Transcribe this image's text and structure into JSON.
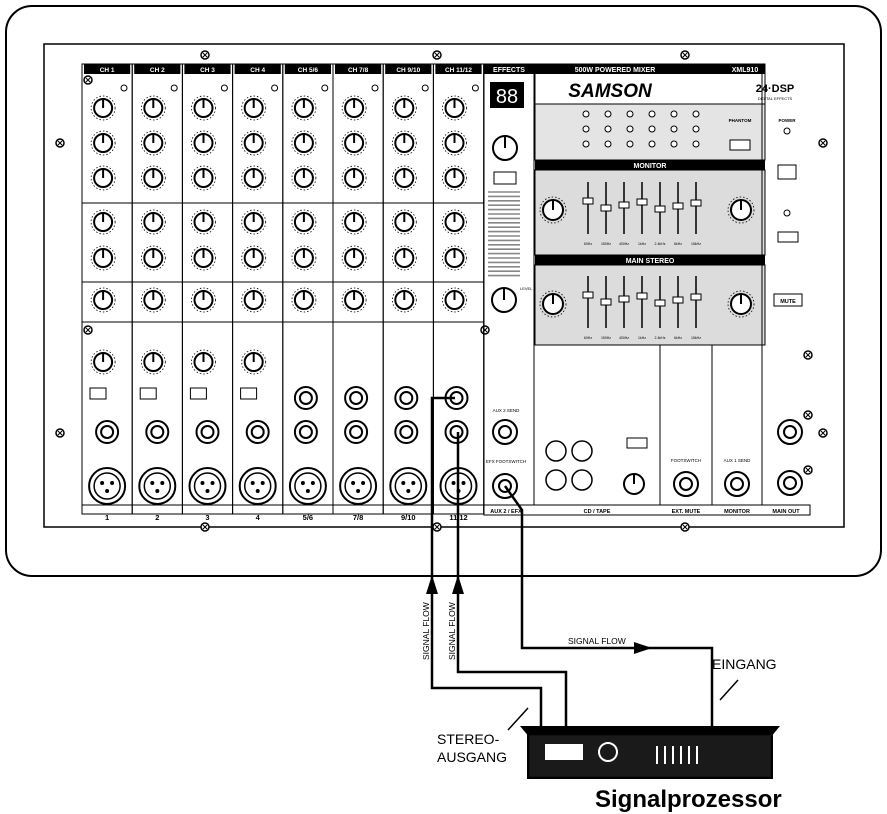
{
  "mixer": {
    "title": "500W POWERED MIXER",
    "model": "XML910",
    "brand": "SAMSON",
    "dsp_label": "24·DSP",
    "dsp_sub": "DIGITAL EFFECTS",
    "display": "88",
    "channel_headers": [
      "CH 1",
      "CH 2",
      "CH 3",
      "CH 4",
      "CH 5/6",
      "CH 7/8",
      "CH 9/10",
      "CH 11/12"
    ],
    "channel_numbers": [
      "1",
      "2",
      "3",
      "4",
      "5/6",
      "7/8",
      "9/10",
      "11/12"
    ],
    "effects_header": "EFFECTS",
    "monitor_title": "MONITOR",
    "main_stereo_title": "MAIN STEREO",
    "eq_freqs": [
      "60Hz",
      "150Hz",
      "400Hz",
      "1kHz",
      "2.4kHz",
      "6kHz",
      "15kHz"
    ],
    "bottom_labels": [
      "AUX 2 / EFX",
      "CD / TAPE",
      "EXT. MUTE",
      "MONITOR",
      "MAIN OUT"
    ],
    "power_label": "POWER",
    "phantom_label": "PHANTOM",
    "mute_label": "MUTE",
    "footswitch_label": "FOOTSWITCH",
    "aux1_send_label": "AUX 1 SEND",
    "efx_label": "EFX FOOTSWITCH",
    "aux2_send_label": "AUX 2 SEND",
    "level_label": "LEVEL"
  },
  "signal_flow_label": "SIGNAL FLOW",
  "labels": {
    "input": "EINGANG",
    "output_line1": "STEREO-",
    "output_line2": "AUSGANG",
    "processor": "Signalprozessor"
  },
  "colors": {
    "ink": "#000000",
    "panel": "#ffffff",
    "grey_section": "#d8d8d8"
  }
}
